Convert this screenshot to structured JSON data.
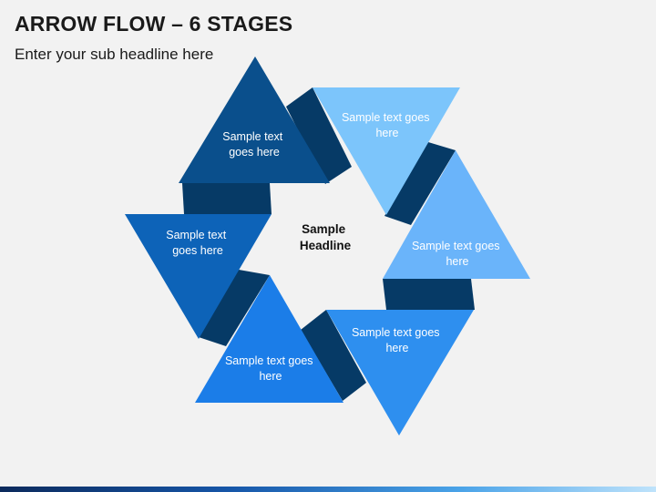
{
  "title": "ARROW FLOW – 6 STAGES",
  "subtitle": "Enter your sub headline here",
  "center": {
    "line1": "Sample",
    "line2": "Headline"
  },
  "stages": [
    {
      "line1": "Sample text",
      "line2": "goes here",
      "color": "#0a4f8c"
    },
    {
      "line1": "Sample text goes",
      "line2": "here",
      "color": "#7cc5fb"
    },
    {
      "line1": "Sample text goes",
      "line2": "here",
      "color": "#6ab4fa"
    },
    {
      "line1": "Sample text goes",
      "line2": "here",
      "color": "#2e8fef"
    },
    {
      "line1": "Sample text goes",
      "line2": "here",
      "color": "#1b7de8"
    },
    {
      "line1": "Sample text",
      "line2": "goes here",
      "color": "#0d63b8"
    }
  ],
  "connector_color": "#063a66"
}
